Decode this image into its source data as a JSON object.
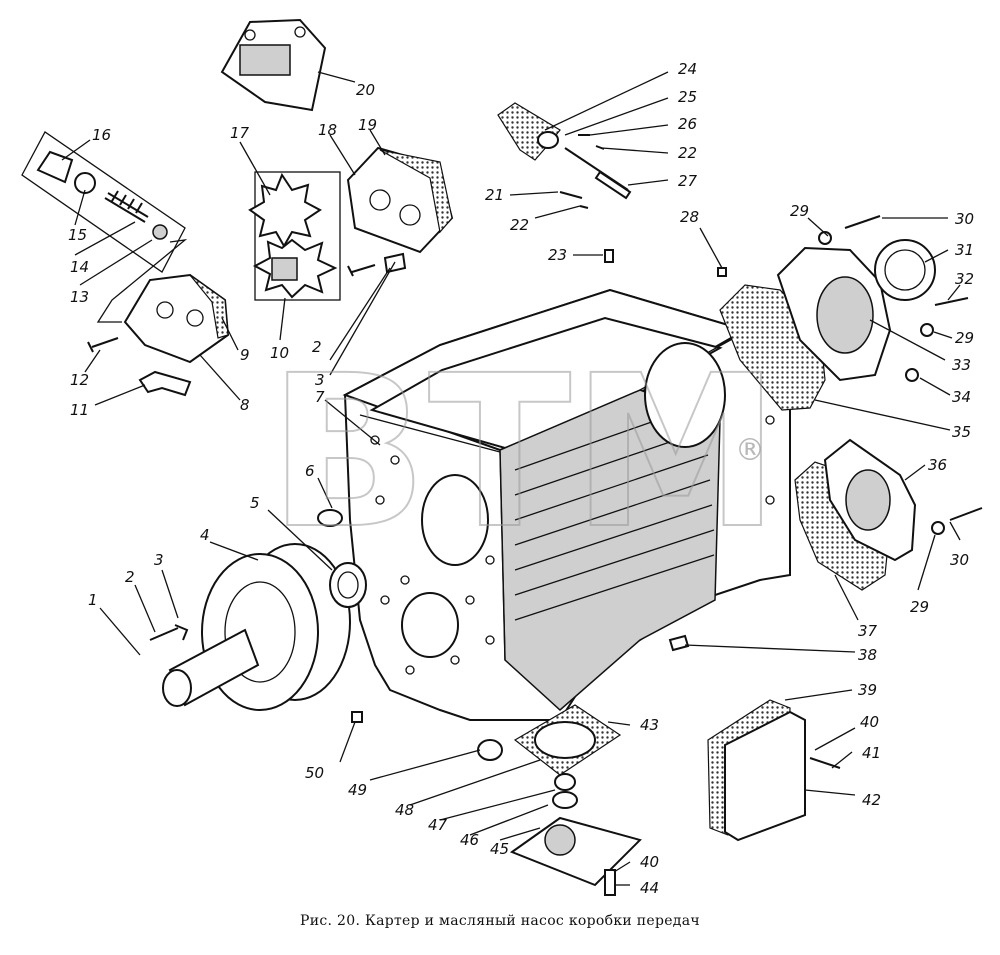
{
  "caption": "Рис. 20. Картер и масляный насос коробки передач",
  "watermark": {
    "text": "ВТМ",
    "mark": "®"
  },
  "labels": [
    "1",
    "2",
    "3",
    "4",
    "5",
    "6",
    "7",
    "8",
    "9",
    "10",
    "11",
    "12",
    "13",
    "14",
    "15",
    "16",
    "17",
    "18",
    "19",
    "20",
    "21",
    "22",
    "23",
    "24",
    "25",
    "26",
    "27",
    "28",
    "29",
    "30",
    "31",
    "32",
    "33",
    "34",
    "35",
    "36",
    "37",
    "38",
    "39",
    "40",
    "41",
    "42",
    "43",
    "44",
    "45",
    "46",
    "47",
    "48",
    "49",
    "50"
  ],
  "callouts": [
    {
      "id": "1",
      "text": "1"
    },
    {
      "id": "2a",
      "text": "2"
    },
    {
      "id": "3a",
      "text": "3"
    },
    {
      "id": "4",
      "text": "4"
    },
    {
      "id": "5",
      "text": "5"
    },
    {
      "id": "6",
      "text": "6"
    },
    {
      "id": "7",
      "text": "7"
    },
    {
      "id": "8",
      "text": "8"
    },
    {
      "id": "9",
      "text": "9"
    },
    {
      "id": "10",
      "text": "10"
    },
    {
      "id": "11",
      "text": "11"
    },
    {
      "id": "12",
      "text": "12"
    },
    {
      "id": "13",
      "text": "13"
    },
    {
      "id": "14",
      "text": "14"
    },
    {
      "id": "15",
      "text": "15"
    },
    {
      "id": "16",
      "text": "16"
    },
    {
      "id": "17",
      "text": "17"
    },
    {
      "id": "18",
      "text": "18"
    },
    {
      "id": "19",
      "text": "19"
    },
    {
      "id": "20",
      "text": "20"
    },
    {
      "id": "21",
      "text": "21"
    },
    {
      "id": "22a",
      "text": "22"
    },
    {
      "id": "22b",
      "text": "22"
    },
    {
      "id": "23",
      "text": "23"
    },
    {
      "id": "24",
      "text": "24"
    },
    {
      "id": "25",
      "text": "25"
    },
    {
      "id": "26",
      "text": "26"
    },
    {
      "id": "27",
      "text": "27"
    },
    {
      "id": "28",
      "text": "28"
    },
    {
      "id": "29a",
      "text": "29"
    },
    {
      "id": "30a",
      "text": "30"
    },
    {
      "id": "31",
      "text": "31"
    },
    {
      "id": "32",
      "text": "32"
    },
    {
      "id": "29b",
      "text": "29"
    },
    {
      "id": "33",
      "text": "33"
    },
    {
      "id": "34",
      "text": "34"
    },
    {
      "id": "35",
      "text": "35"
    },
    {
      "id": "36",
      "text": "36"
    },
    {
      "id": "30b",
      "text": "30"
    },
    {
      "id": "29c",
      "text": "29"
    },
    {
      "id": "37",
      "text": "37"
    },
    {
      "id": "38",
      "text": "38"
    },
    {
      "id": "39",
      "text": "39"
    },
    {
      "id": "40a",
      "text": "40"
    },
    {
      "id": "41",
      "text": "41"
    },
    {
      "id": "42",
      "text": "42"
    },
    {
      "id": "43",
      "text": "43"
    },
    {
      "id": "40b",
      "text": "40"
    },
    {
      "id": "44",
      "text": "44"
    },
    {
      "id": "45",
      "text": "45"
    },
    {
      "id": "46",
      "text": "46"
    },
    {
      "id": "47",
      "text": "47"
    },
    {
      "id": "48",
      "text": "48"
    },
    {
      "id": "49",
      "text": "49"
    },
    {
      "id": "50",
      "text": "50"
    },
    {
      "id": "2b",
      "text": "2"
    },
    {
      "id": "3b",
      "text": "3"
    }
  ]
}
